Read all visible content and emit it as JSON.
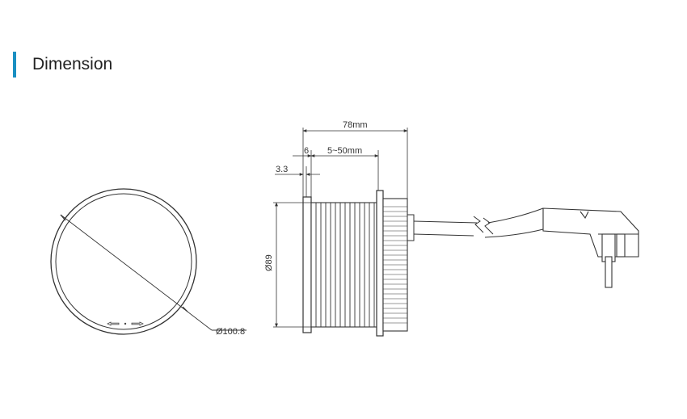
{
  "header": {
    "title": "Dimension",
    "accent_color": "#1a8fc2"
  },
  "dimensions": {
    "total_depth": "78mm",
    "flange_thickness": "6",
    "thread_range": "5~50mm",
    "lip": "3.3",
    "body_diameter": "Ø89",
    "outer_diameter": "Ø100.8"
  },
  "icons": {
    "front_indicator": "arrow-indicator-icon",
    "plug": "schuko-plug-icon",
    "cable_break": "cable-break-icon"
  }
}
